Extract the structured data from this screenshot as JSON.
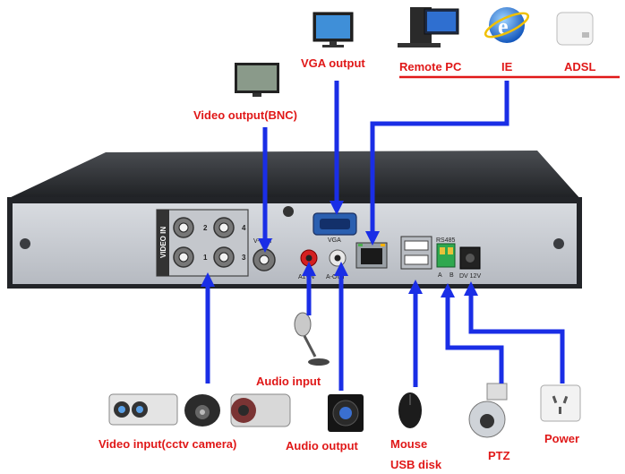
{
  "labels": {
    "vga_output": "VGA output",
    "remote_pc": "Remote PC",
    "ie": "IE",
    "adsl": "ADSL",
    "video_output_bnc": "Video output(BNC)",
    "audio_input": "Audio input",
    "video_input": "Video input(cctv camera)",
    "audio_output": "Audio output",
    "mouse": "Mouse",
    "usb_disk": "USB disk",
    "ptz": "PTZ",
    "power": "Power"
  },
  "panel": {
    "video_in": "VIDEO IN",
    "ch1": "1",
    "ch2": "2",
    "ch3": "3",
    "ch4": "4",
    "v_out": "V-OUT",
    "vga": "VGA",
    "a1_in": "A1-IN",
    "a_out": "A-OUT",
    "rs485": "RS485",
    "rs485_a": "A",
    "rs485_b": "B",
    "dv12v": "DV 12V"
  },
  "colors": {
    "label_red": "#e01818",
    "arrow_blue": "#1a2ee6",
    "red_line": "#e01818",
    "chassis": "#2a2c30",
    "panel": "#c9ccd2"
  }
}
